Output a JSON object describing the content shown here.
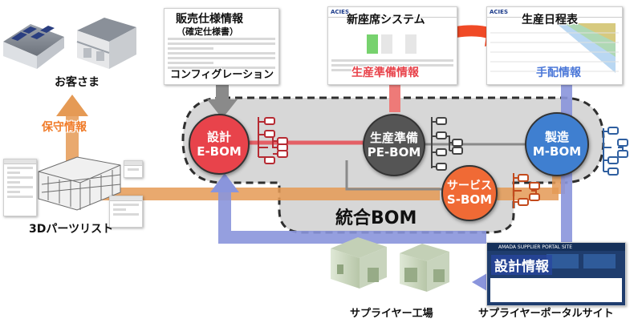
{
  "labels": {
    "customer": "お客さま",
    "maintenance": "保守情報",
    "parts_list": "3Dパーツリスト",
    "sales_spec": "販売仕様情報",
    "sales_spec_sub": "（確定仕様書）",
    "configuration": "コンフィグレーション",
    "new_seat": "新座席システム",
    "prod_prep_info": "生産準備情報",
    "prod_schedule": "生産日程表",
    "arrangement": "手配情報",
    "integrated_bom": "統合BOM",
    "supplier_factory": "サプライヤー工場",
    "supplier_portal": "サプライヤーポータルサイト",
    "design_info": "設計情報"
  },
  "nodes": {
    "ebom": {
      "line1": "設計",
      "line2": "E-BOM"
    },
    "pebom": {
      "line1": "生産準備",
      "line2": "PE-BOM"
    },
    "mbom": {
      "line1": "製造",
      "line2": "M-BOM"
    },
    "sbom": {
      "line1": "サービス",
      "line2": "S-BOM"
    }
  },
  "colors": {
    "ebom": "#e8434b",
    "pebom": "#555555",
    "mbom": "#3f7fd0",
    "sbom": "#f06a35",
    "orange_flow": "#e59a55",
    "blue_flow": "#8a95dc",
    "gray_flow": "#8a8a8a",
    "red_flow": "#ee7a78",
    "maintenance_text": "#f07c2a",
    "prod_prep_text": "#e8434b",
    "arrangement_text": "#4c78d8"
  },
  "screens": {
    "new_seat_logo": "ACIES",
    "schedule_logo": "ACIES",
    "portal_header": "AMADA SUPPLIER PORTAL SITE"
  }
}
